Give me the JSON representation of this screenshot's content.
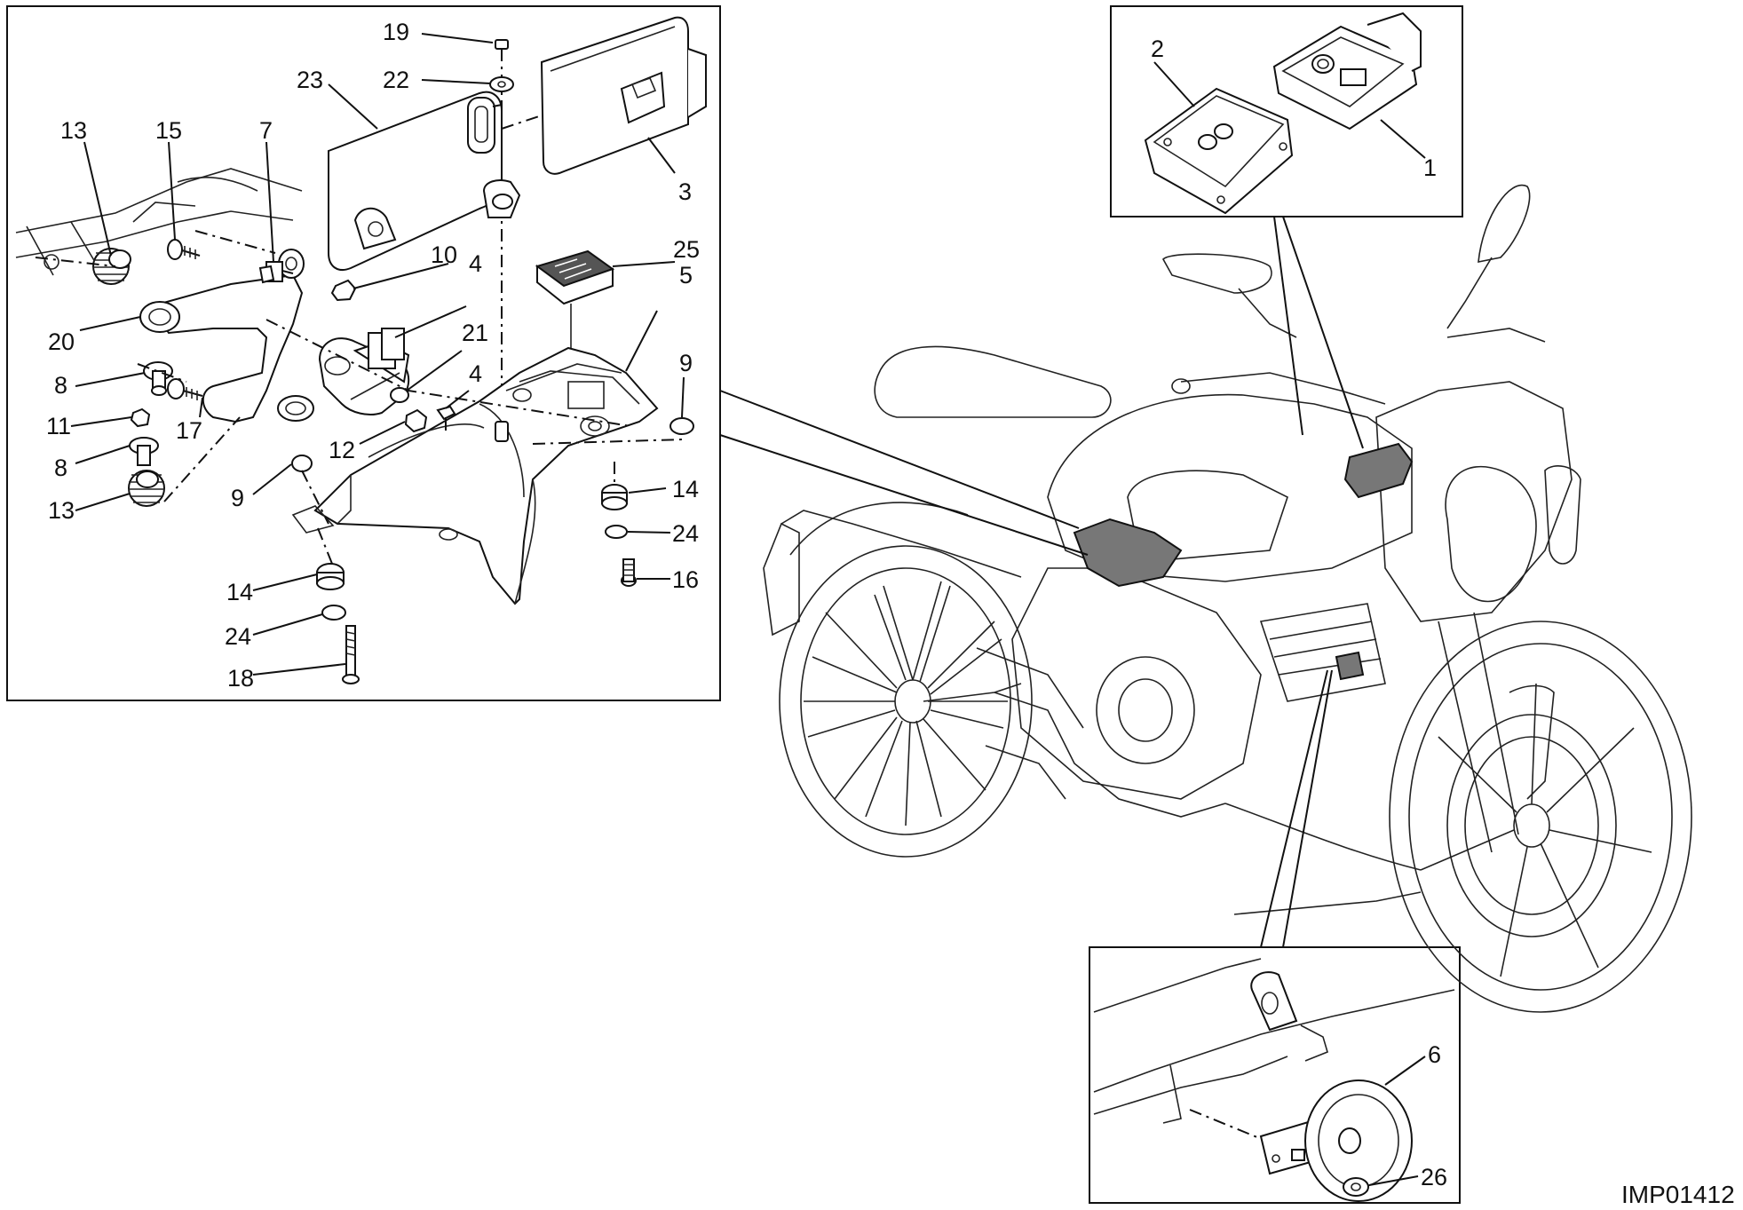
{
  "diagram": {
    "code": "IMP01412",
    "callouts": [
      {
        "id": "c19",
        "text": "19"
      },
      {
        "id": "c22",
        "text": "22"
      },
      {
        "id": "c23",
        "text": "23"
      },
      {
        "id": "c3",
        "text": "3"
      },
      {
        "id": "c13a",
        "text": "13"
      },
      {
        "id": "c15",
        "text": "15"
      },
      {
        "id": "c7",
        "text": "7"
      },
      {
        "id": "c10",
        "text": "10"
      },
      {
        "id": "c25",
        "text": "25"
      },
      {
        "id": "c20",
        "text": "20"
      },
      {
        "id": "c4a",
        "text": "4"
      },
      {
        "id": "c21",
        "text": "21"
      },
      {
        "id": "c5",
        "text": "5"
      },
      {
        "id": "c9a",
        "text": "9"
      },
      {
        "id": "c8a",
        "text": "8"
      },
      {
        "id": "c4b",
        "text": "4"
      },
      {
        "id": "c11",
        "text": "11"
      },
      {
        "id": "c17",
        "text": "17"
      },
      {
        "id": "c12",
        "text": "12"
      },
      {
        "id": "c8b",
        "text": "8"
      },
      {
        "id": "c14a",
        "text": "14"
      },
      {
        "id": "c9b",
        "text": "9"
      },
      {
        "id": "c13b",
        "text": "13"
      },
      {
        "id": "c24a",
        "text": "24"
      },
      {
        "id": "c16",
        "text": "16"
      },
      {
        "id": "c14b",
        "text": "14"
      },
      {
        "id": "c24b",
        "text": "24"
      },
      {
        "id": "c18",
        "text": "18"
      },
      {
        "id": "c2",
        "text": "2"
      },
      {
        "id": "c1",
        "text": "1"
      },
      {
        "id": "c6",
        "text": "6"
      },
      {
        "id": "c26",
        "text": "26"
      }
    ]
  }
}
